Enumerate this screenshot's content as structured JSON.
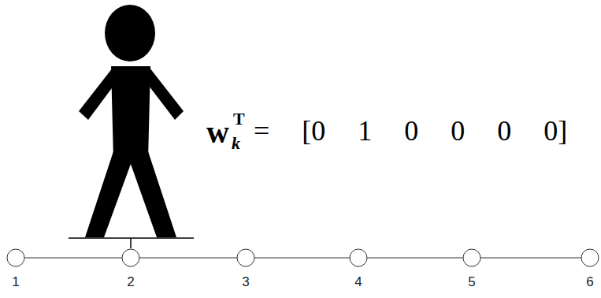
{
  "diagram": {
    "nodes": [
      {
        "text": [
          "1"
        ]
      },
      {
        "text": [
          "2"
        ]
      },
      {
        "text": [
          "3"
        ]
      },
      {
        "text": [
          "4"
        ]
      },
      {
        "text": [
          "5"
        ]
      },
      {
        "text": [
          "6"
        ]
      }
    ],
    "edges": [
      {
        "from": 0,
        "to": 1,
        "arrow": "none"
      },
      {
        "from": 1,
        "to": 2,
        "arrow": "none"
      },
      {
        "from": 2,
        "to": 3,
        "arrow": "none"
      },
      {
        "from": 3,
        "to": 4,
        "arrow": "none"
      },
      {
        "from": 4,
        "to": 5,
        "arrow": "none"
      }
    ],
    "labels": [
      "w",
      "T",
      "k",
      "= [0 1 0 0 0 0]"
    ]
  }
}
